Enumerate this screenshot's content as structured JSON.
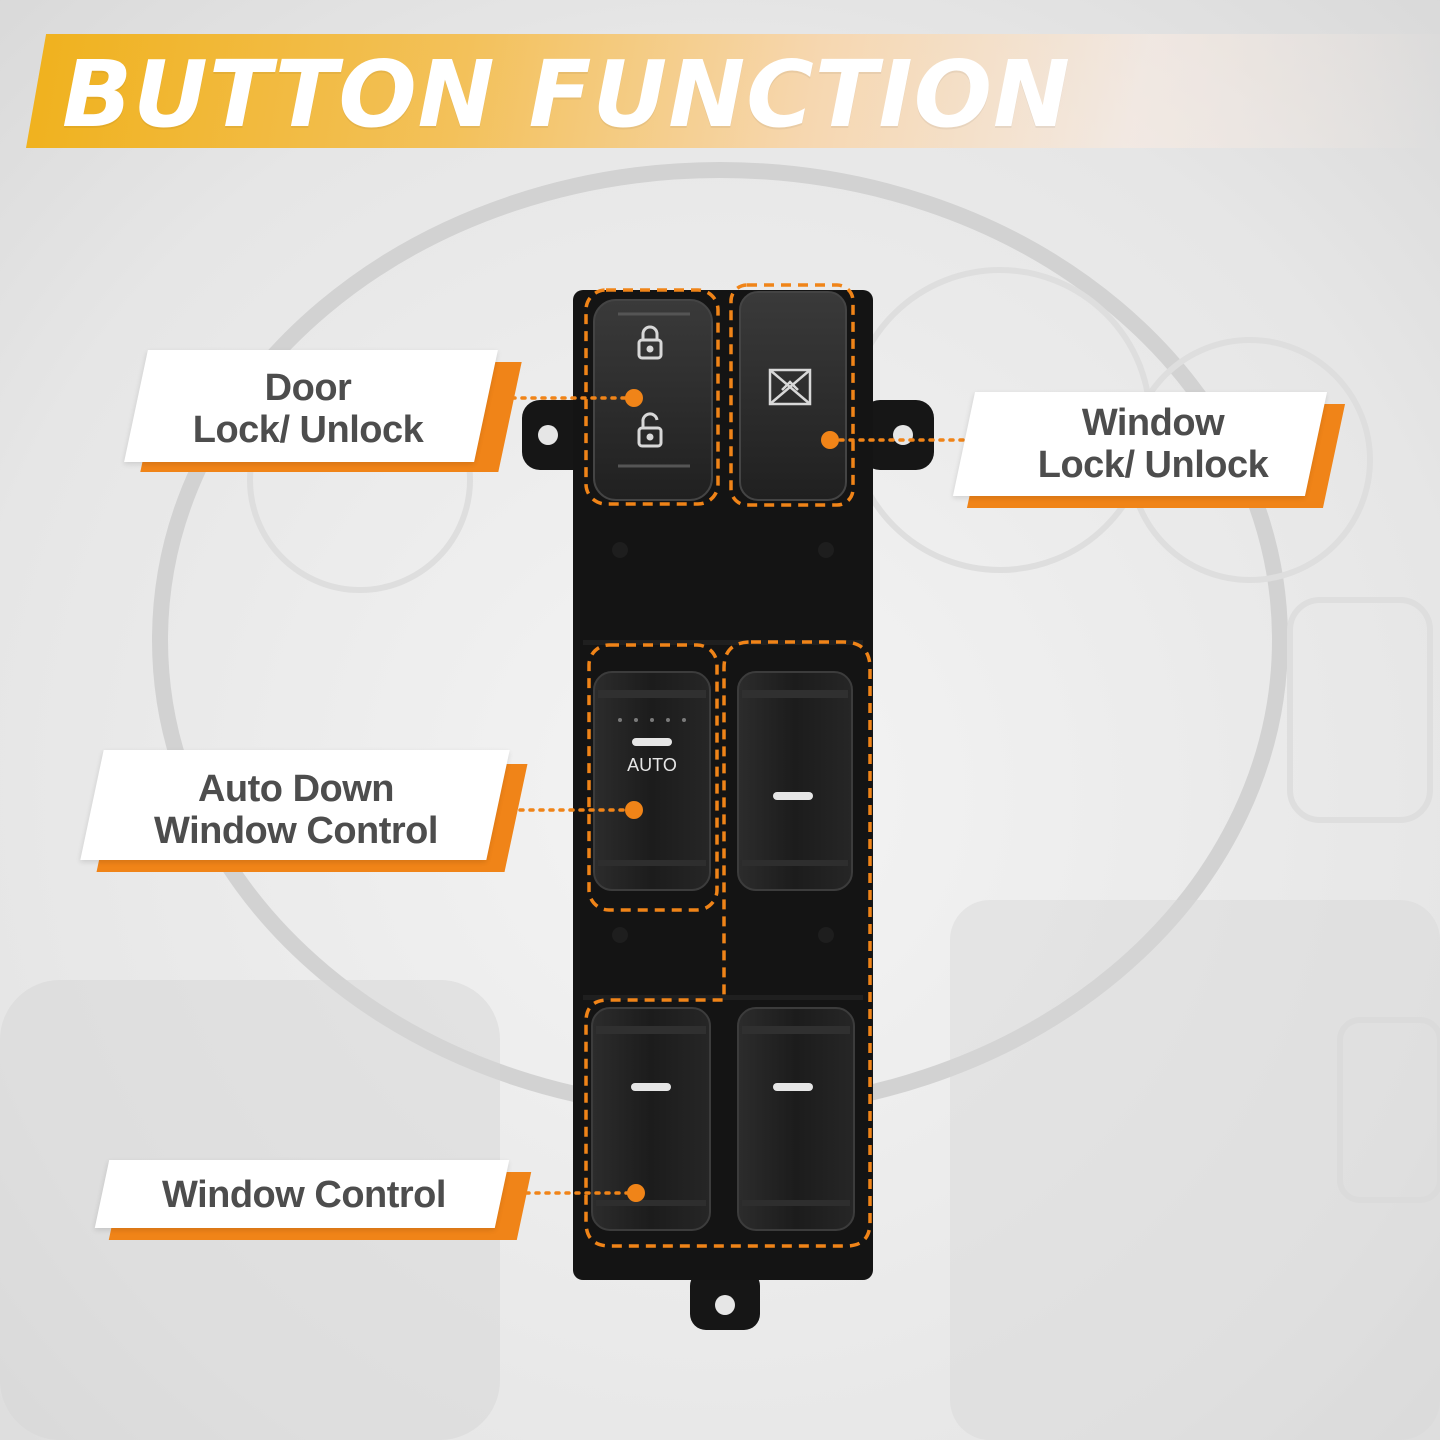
{
  "title": "BUTTON FUNCTION",
  "callouts": {
    "door_lock": [
      "Door",
      "Lock/ Unlock"
    ],
    "window_lock": [
      "Window",
      "Lock/ Unlock"
    ],
    "auto_down": [
      "Auto Down",
      "Window Control"
    ],
    "window_control": [
      "Window Control"
    ]
  },
  "switch": {
    "auto_label": "AUTO"
  },
  "colors": {
    "accent_orange": "#f08418",
    "accent_yellow": "#f0b21f",
    "switch_body": "#141414",
    "text_gray": "#4d4d4d"
  }
}
